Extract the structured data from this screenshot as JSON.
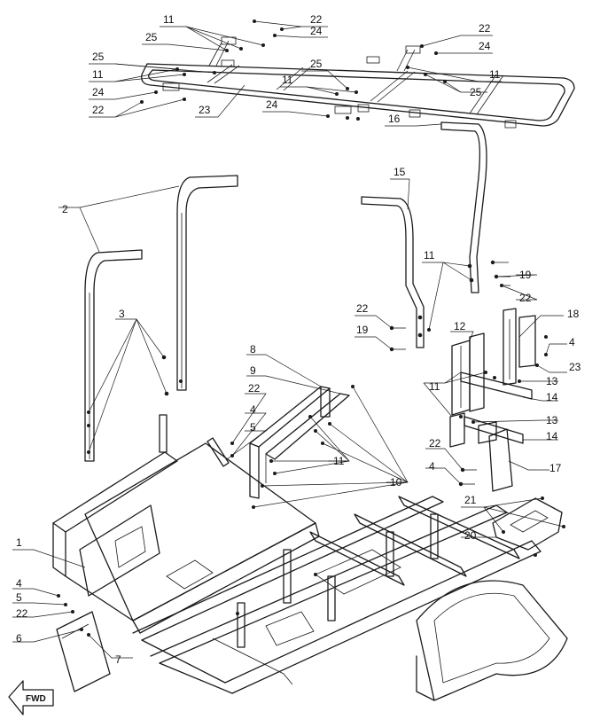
{
  "fwd_label": "FWD",
  "callouts": [
    {
      "id": "c-22-a",
      "label": "22"
    },
    {
      "id": "c-24-a",
      "label": "24"
    },
    {
      "id": "c-11-a",
      "label": "11"
    },
    {
      "id": "c-25-a",
      "label": "25"
    },
    {
      "id": "c-22-b",
      "label": "22"
    },
    {
      "id": "c-24-b",
      "label": "24"
    },
    {
      "id": "c-25-b",
      "label": "25"
    },
    {
      "id": "c-11-b",
      "label": "11"
    },
    {
      "id": "c-24-c",
      "label": "24"
    },
    {
      "id": "c-22-c",
      "label": "22"
    },
    {
      "id": "c-23",
      "label": "23"
    },
    {
      "id": "c-11-c",
      "label": "11"
    },
    {
      "id": "c-25-c",
      "label": "25"
    },
    {
      "id": "c-11-d",
      "label": "11"
    },
    {
      "id": "c-25-d",
      "label": "25"
    },
    {
      "id": "c-24-d",
      "label": "24"
    },
    {
      "id": "c-16",
      "label": "16"
    },
    {
      "id": "c-2",
      "label": "2"
    },
    {
      "id": "c-15",
      "label": "15"
    },
    {
      "id": "c-11-e",
      "label": "11"
    },
    {
      "id": "c-19-a",
      "label": "19"
    },
    {
      "id": "c-22-d",
      "label": "22"
    },
    {
      "id": "c-3",
      "label": "3"
    },
    {
      "id": "c-22-e",
      "label": "22"
    },
    {
      "id": "c-19-b",
      "label": "19"
    },
    {
      "id": "c-18",
      "label": "18"
    },
    {
      "id": "c-12",
      "label": "12"
    },
    {
      "id": "c-4-a",
      "label": "4"
    },
    {
      "id": "c-23-b",
      "label": "23"
    },
    {
      "id": "c-8",
      "label": "8"
    },
    {
      "id": "c-9",
      "label": "9"
    },
    {
      "id": "c-22-f",
      "label": "22"
    },
    {
      "id": "c-4-b",
      "label": "4"
    },
    {
      "id": "c-5-a",
      "label": "5"
    },
    {
      "id": "c-11-f",
      "label": "11"
    },
    {
      "id": "c-13-a",
      "label": "13"
    },
    {
      "id": "c-14-a",
      "label": "14"
    },
    {
      "id": "c-13-b",
      "label": "13"
    },
    {
      "id": "c-14-b",
      "label": "14"
    },
    {
      "id": "c-11-g",
      "label": "11"
    },
    {
      "id": "c-10",
      "label": "10"
    },
    {
      "id": "c-22-g",
      "label": "22"
    },
    {
      "id": "c-17",
      "label": "17"
    },
    {
      "id": "c-4-c",
      "label": "4"
    },
    {
      "id": "c-21",
      "label": "21"
    },
    {
      "id": "c-20",
      "label": "20"
    },
    {
      "id": "c-1",
      "label": "1"
    },
    {
      "id": "c-4-d",
      "label": "4"
    },
    {
      "id": "c-5-b",
      "label": "5"
    },
    {
      "id": "c-22-h",
      "label": "22"
    },
    {
      "id": "c-6",
      "label": "6"
    },
    {
      "id": "c-7",
      "label": "7"
    }
  ]
}
